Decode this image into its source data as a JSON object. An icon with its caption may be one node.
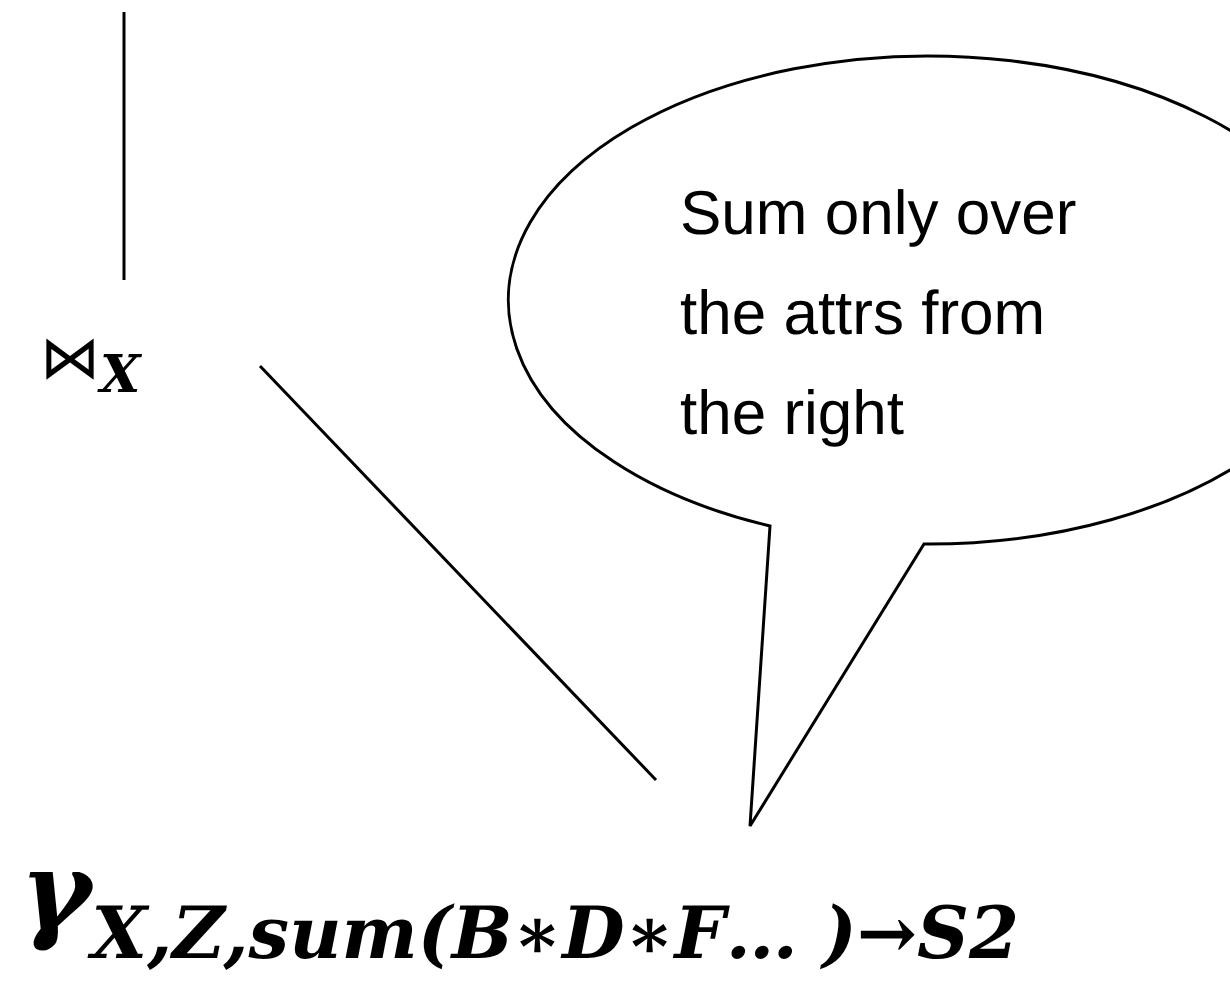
{
  "diagram": {
    "nodes": [
      {
        "text": [
          "⋈$_{X}$"
        ]
      },
      {
        "text": [
          "γ$_{X,Z,sum(B∗D∗F… )→S2}$"
        ]
      },
      {
        "text": [
          "Sum only over the attrs from the right"
        ]
      }
    ],
    "edges": [
      {
        "from": null,
        "to": 0,
        "arrow": "none"
      },
      {
        "from": 0,
        "to": 1,
        "arrow": "none"
      }
    ]
  }
}
